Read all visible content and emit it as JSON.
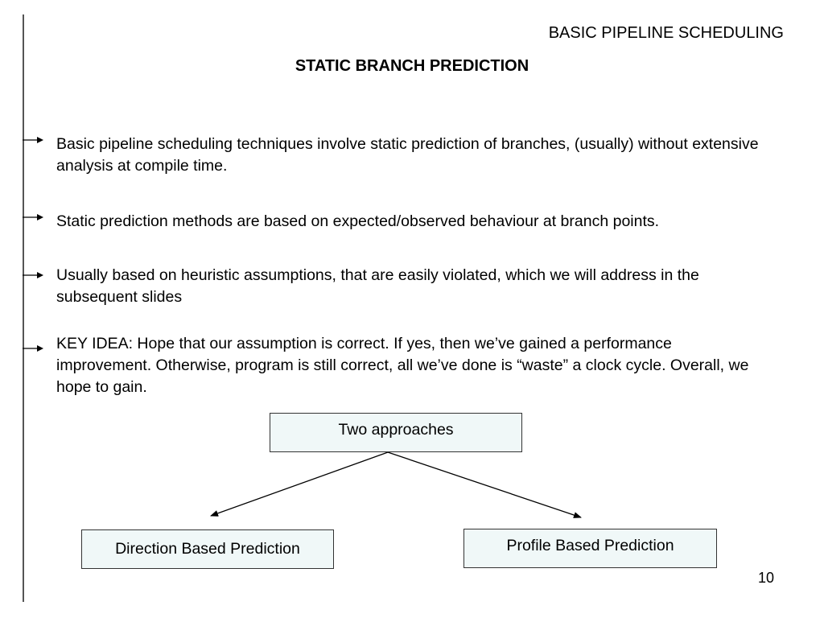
{
  "header": {
    "section": "BASIC PIPELINE SCHEDULING"
  },
  "slide": {
    "title": "STATIC BRANCH PREDICTION",
    "page_number": "10"
  },
  "bullets": [
    {
      "text": "Basic pipeline scheduling techniques involve static prediction of branches, (usually) without extensive analysis at compile time."
    },
    {
      "text": "Static prediction methods are based on expected/observed behaviour at branch points."
    },
    {
      "text": "Usually based on heuristic assumptions, that are easily violated, which we will address in the subsequent slides"
    },
    {
      "text": "KEY IDEA: Hope that our assumption is correct. If yes, then we’ve gained a performance improvement. Otherwise, program is still correct, all we’ve done is “waste” a clock cycle. Overall, we hope to gain."
    }
  ],
  "diagram": {
    "root": {
      "label": "Two approaches"
    },
    "children": [
      {
        "label": "Direction Based Prediction"
      },
      {
        "label": "Profile Based Prediction"
      }
    ]
  },
  "colors": {
    "box_fill": "#f0f8f8",
    "border": "#333333",
    "rule": "#555555"
  }
}
